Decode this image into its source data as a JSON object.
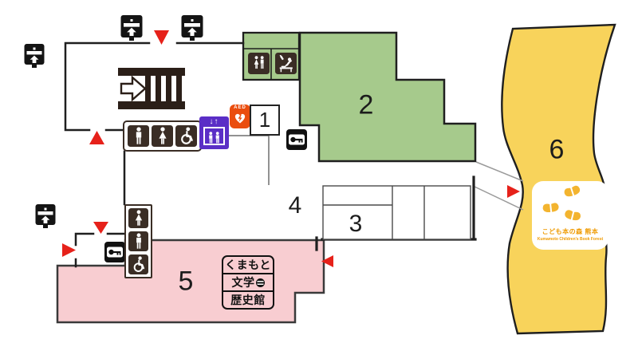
{
  "rooms": {
    "r1": "1",
    "r2": "2",
    "r3": "3",
    "r4": "4",
    "r5": "5",
    "r6": "6"
  },
  "museum_stamp": {
    "line1": "くまもと",
    "line2": "文学",
    "line3": "歴史館"
  },
  "book_forest": {
    "name_jp": "こども本の森 熊本",
    "name_en": "Kumamoto Children's Book Forest"
  },
  "elevator": {
    "arrows_label": "↓↑"
  },
  "aed": {
    "label": "AED"
  },
  "icons": {
    "ticket_machine": "black machine with slot and up-arrow",
    "stairs": "ladder rungs with right arrow",
    "mens_toilet": "man pictogram",
    "womens_toilet": "woman pictogram",
    "accessible_toilet": "wheelchair pictogram",
    "shared_toilet": "man and woman pictogram",
    "baby_care": "diaper changing table pictogram",
    "elevator": "two people in car with up/down arrows",
    "aed": "heart with lightning bolt",
    "coin_locker": "key on white plate",
    "entrance_marker": "▼ red triangle"
  },
  "colors": {
    "area2_green": "#a6ca8c",
    "area5_pink": "#f8cdd1",
    "area6_yellow": "#f8d35b",
    "marker_red": "#e6211a",
    "elevator_purple": "#5a2ec6",
    "aed_orange": "#ea4d0e",
    "pictogram_brown": "#3a2d25",
    "wall_black": "#1f1f1f",
    "forest_orange": "#ef9a00",
    "forest_yellow": "#f3b42f"
  }
}
